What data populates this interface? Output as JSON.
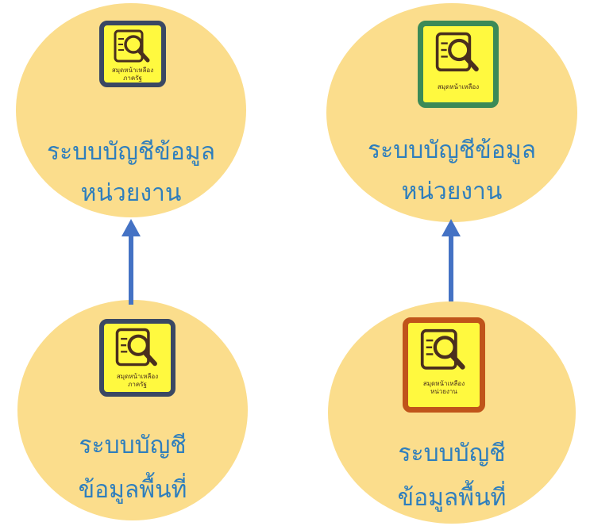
{
  "diagram": {
    "nodes": [
      {
        "id": "agency-catalog-government",
        "icon": {
          "name": "magnifier-document-icon",
          "border_color": "#3a4863",
          "title_line1": "สมุดหน้าเหลือง",
          "title_line2": "ภาครัฐ"
        },
        "label_line1": "ระบบบัญชีข้อมูล",
        "label_line2": "หน่วยงาน"
      },
      {
        "id": "agency-catalog-standalone",
        "icon": {
          "name": "magnifier-document-icon",
          "border_color": "#3b8a57",
          "title_line1": "สมุดหน้าเหลือง",
          "title_line2": ""
        },
        "label_line1": "ระบบบัญชีข้อมูล",
        "label_line2": "หน่วยงาน"
      },
      {
        "id": "area-catalog-government",
        "icon": {
          "name": "magnifier-document-icon",
          "border_color": "#3a4863",
          "title_line1": "สมุดหน้าเหลือง",
          "title_line2": "ภาครัฐ"
        },
        "label_line1": "ระบบบัญชี",
        "label_line2": "ข้อมูลพื้นที่"
      },
      {
        "id": "area-catalog-agency",
        "icon": {
          "name": "magnifier-document-icon",
          "border_color": "#c0541a",
          "title_line1": "สมุดหน้าเหลือง",
          "title_line2": "หน่วยงาน"
        },
        "label_line1": "ระบบบัญชี",
        "label_line2": "ข้อมูลพื้นที่"
      }
    ],
    "edges": [
      {
        "from": "area-catalog-government",
        "to": "agency-catalog-government",
        "color": "#4472c4"
      },
      {
        "from": "area-catalog-agency",
        "to": "agency-catalog-standalone",
        "color": "#4472c4"
      }
    ],
    "colors": {
      "node_fill": "#fbdd8c",
      "label_text": "#2e7ebd",
      "icon_fill": "#fff93f",
      "arrow": "#4472c4"
    }
  }
}
